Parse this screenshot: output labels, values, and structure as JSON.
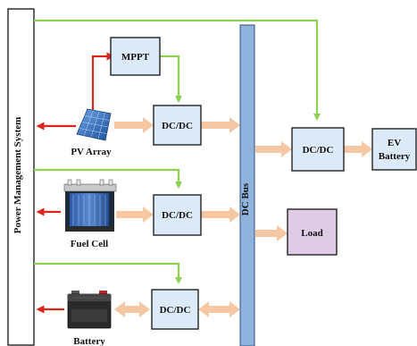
{
  "power_management_system": "Power Management System",
  "dc_bus": "DC Bus",
  "mppt": "MPPT",
  "converter_pv": "DC/DC",
  "converter_fc": "DC/DC",
  "converter_batt": "DC/DC",
  "converter_ev": "DC/DC",
  "ev_battery_line1": "EV",
  "ev_battery_line2": "Battery",
  "load": "Load",
  "pv_array": "PV Array",
  "fuel_cell": "Fuel Cell",
  "battery": "Battery",
  "colors": {
    "box_fill": "#dce9f6",
    "bus_fill": "#8fb3dc",
    "load_fill": "#dfcbe6",
    "power_arrow": "#f5c8a3",
    "control_arrow": "#8fd14f",
    "signal_arrow": "#d9261c"
  },
  "icons": [
    "solar-panel-icon",
    "fuel-cell-icon",
    "battery-icon"
  ]
}
